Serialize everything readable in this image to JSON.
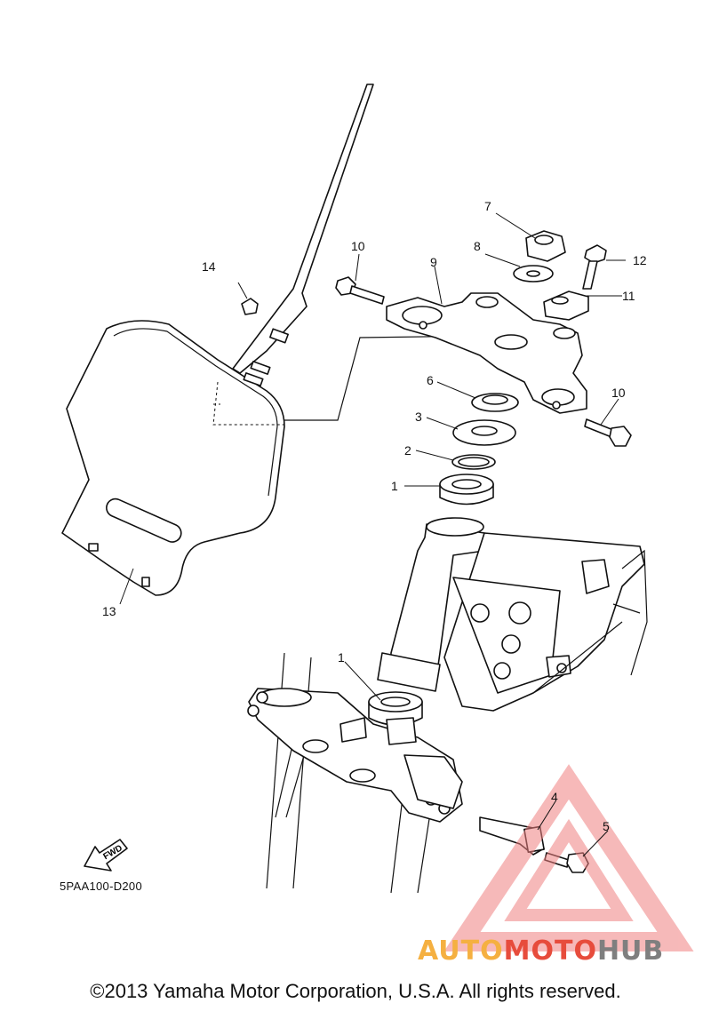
{
  "diagram": {
    "callouts": [
      "1",
      "1",
      "2",
      "3",
      "4",
      "5",
      "6",
      "7",
      "8",
      "9",
      "10",
      "10",
      "11",
      "12",
      "13",
      "14"
    ],
    "fwd_label": "FWD",
    "drawing_code": "5PAA100-D200"
  },
  "watermark": {
    "logo_text_part1": "AUTO",
    "logo_text_part2": "MOTO",
    "logo_text_part3": "HUB",
    "colors": {
      "triangle": "#f08080",
      "auto": "#f5b041",
      "moto": "#e74c3c",
      "hub": "#7f7f7f"
    }
  },
  "footer": {
    "copyright": "©2013 Yamaha Motor Corporation, U.S.A. All rights reserved."
  }
}
